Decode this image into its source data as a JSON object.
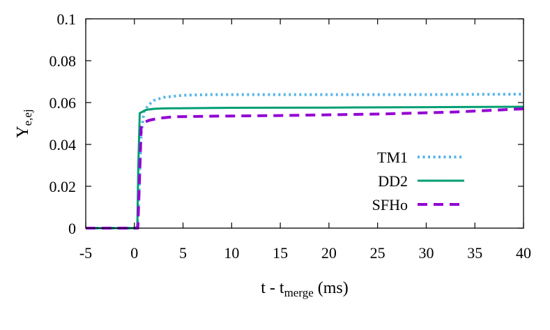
{
  "chart_data": {
    "type": "line",
    "xlabel": {
      "main": "t - t",
      "sub": "merge",
      "tail": " (ms)"
    },
    "ylabel": {
      "main": "Y",
      "sub": "e,ej"
    },
    "xlim": [
      -5,
      40
    ],
    "ylim": [
      0,
      0.1
    ],
    "xticks": [
      -5,
      0,
      5,
      10,
      15,
      20,
      25,
      30,
      35,
      40
    ],
    "xtick_labels": [
      "-5",
      "0",
      "5",
      "10",
      "15",
      "20",
      "25",
      "30",
      "35",
      "40"
    ],
    "yticks": [
      0,
      0.02,
      0.04,
      0.06,
      0.08,
      0.1
    ],
    "ytick_labels": [
      "0",
      "0.02",
      "0.04",
      "0.06",
      "0.08",
      "0.1"
    ],
    "grid": false,
    "legend_position": "lower-right",
    "series": [
      {
        "name": "TM1",
        "color": "#56b4e9",
        "style": "dotted",
        "x": [
          -5,
          0,
          0.3,
          0.5,
          0.7,
          1.0,
          1.5,
          2.0,
          3.0,
          5.0,
          8.0,
          12.0,
          20.0,
          30.0,
          40.0
        ],
        "y": [
          0,
          0,
          0,
          0.02,
          0.045,
          0.056,
          0.059,
          0.061,
          0.0625,
          0.0635,
          0.0638,
          0.0638,
          0.0638,
          0.0638,
          0.064
        ]
      },
      {
        "name": "DD2",
        "color": "#009e73",
        "style": "solid",
        "x": [
          -5,
          0,
          0.3,
          0.4,
          0.55,
          0.8,
          1.2,
          2.0,
          3.0,
          5.0,
          10.0,
          20.0,
          30.0,
          40.0
        ],
        "y": [
          0,
          0,
          0,
          0.03,
          0.055,
          0.0555,
          0.0565,
          0.057,
          0.0572,
          0.0573,
          0.0575,
          0.0576,
          0.0578,
          0.058
        ]
      },
      {
        "name": "SFHo",
        "color": "#9400d3",
        "style": "dashed",
        "x": [
          -5,
          0,
          0.35,
          0.5,
          0.7,
          1.0,
          1.5,
          2.5,
          4.0,
          8.0,
          15.0,
          25.0,
          33.0,
          40.0
        ],
        "y": [
          0,
          0,
          0,
          0.02,
          0.048,
          0.0505,
          0.0515,
          0.0525,
          0.0532,
          0.0535,
          0.0538,
          0.0545,
          0.0555,
          0.057
        ]
      }
    ]
  }
}
